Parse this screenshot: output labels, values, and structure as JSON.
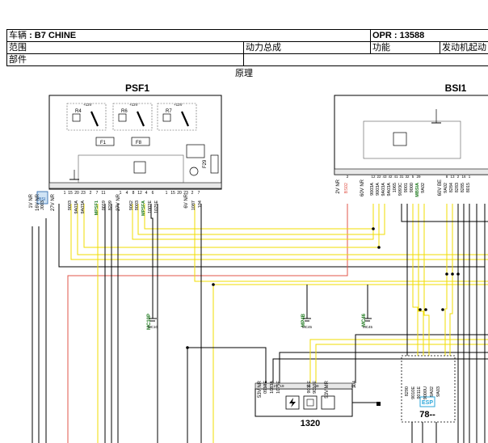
{
  "header": {
    "vehicle_label": "车辆",
    "vehicle_value": ": B7 CHINE",
    "opr_label": "OPR",
    "opr_value": ": 13588",
    "scope_label": "范围",
    "scope_value": "动力总成",
    "function_label": "功能",
    "function_value": "发动机起动",
    "part_label": "部件",
    "principle": "原理"
  },
  "psf1": {
    "title": "PSF1",
    "relays": [
      "R4",
      "R6",
      "R7"
    ],
    "supply": "+12V",
    "fuses": [
      "F1",
      "F8",
      "F29"
    ],
    "connectors": [
      "1V NR",
      "16V NR",
      "27V NR",
      "27V NR",
      "6V NR"
    ],
    "wires_a": [
      "J003",
      "9003",
      "9A03A",
      "9A03A",
      "MPSF1",
      "0019",
      "8209"
    ],
    "wires_b": [
      "9062",
      "9003",
      "MPSFA",
      "1002E",
      "1075E",
      "1087",
      "104"
    ],
    "pins": [
      "1",
      "15",
      "20",
      "23",
      "2",
      "7",
      "11",
      "1",
      "4",
      "8",
      "12",
      "4",
      "6"
    ]
  },
  "bsi1": {
    "title": "BSI1",
    "connectors": [
      "2V NR",
      "60V NR",
      "60V BE"
    ],
    "wires": [
      "BS02",
      "9003A",
      "9003A",
      "9A03A",
      "9A03A",
      "1065",
      "9093C",
      "9001",
      "9000",
      "MBSIA",
      "9A02",
      "9A02",
      "8284",
      "8283",
      "8285",
      "8015"
    ],
    "pins": [
      "2",
      "12",
      "22",
      "43",
      "42",
      "41",
      "31",
      "32",
      "5",
      "29",
      "8",
      "13",
      "2",
      "16",
      "1"
    ]
  },
  "mass_points": [
    {
      "label": "MC10P",
      "sub": "MC10"
    },
    {
      "label": "MP4B",
      "sub": "MC45"
    },
    {
      "label": "MC46",
      "sub": "MC45"
    }
  ],
  "m1320": {
    "title": "1320",
    "connectors": [
      "53V NR",
      "53V MR"
    ],
    "wires": [
      "0913E",
      "1083A",
      "1075E",
      "9011E",
      "9010E",
      "104"
    ],
    "pins": [
      "3",
      "27",
      "19",
      "56",
      "49",
      "37"
    ]
  },
  "esp": {
    "badge": "ESP",
    "title": "78--",
    "wires": [
      "8290",
      "9010E",
      "9011E",
      "9000U",
      "9A02",
      "9A03"
    ]
  },
  "colors": {
    "wire_yellow": "#f2dc00",
    "wire_red": "#e0554a",
    "wire_black": "#000000",
    "label_green": "#1f7a1f",
    "esp_blue": "#2aa6d9"
  }
}
